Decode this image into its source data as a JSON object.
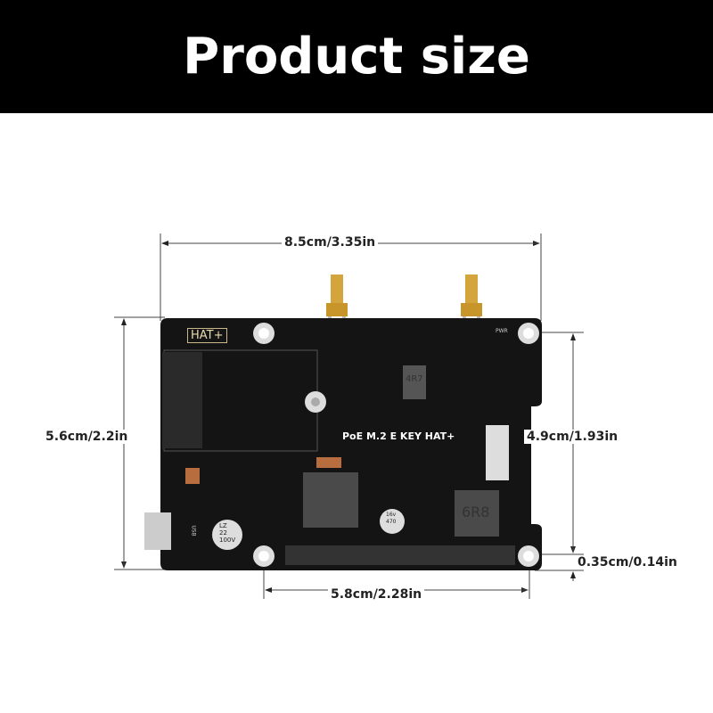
{
  "header": {
    "title": "Product size"
  },
  "product": {
    "board_label": "PoE M.2 E KEY HAT+",
    "silkscreen_badge": "HAT+",
    "pwr_label": "PWR",
    "usb_label": "USB",
    "capacitor_left": [
      "LZ",
      "22",
      "100V"
    ],
    "capacitor_right": [
      "16v",
      "470"
    ],
    "inductor_large": "6R8",
    "inductor_small": "4R7"
  },
  "dimensions": {
    "width": "8.5cm/3.35in",
    "height": "5.6cm/2.2in",
    "notch_height": "4.9cm/1.93in",
    "hole_spacing": "5.8cm/2.28in",
    "hole_offset": "0.35cm/0.14in"
  },
  "colors": {
    "banner": "#000000",
    "board": "#141414",
    "connector": "#d4a53c"
  }
}
